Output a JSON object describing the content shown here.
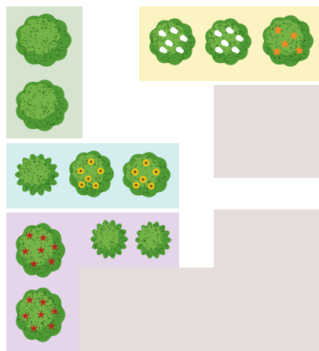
{
  "colors": {
    "bed_green": "#d6e3cf",
    "bed_yellow": "#fbf3c1",
    "bed_blue": "#d4edef",
    "bed_purple": "#e4d5ea",
    "plot_empty": "#e5dcdc",
    "foliage_light": "#74b346",
    "foliage_mid": "#4f9a34",
    "foliage_dark": "#2f6a23",
    "flower_white": "#ffffff",
    "flower_orange": "#f08a24",
    "flower_yellow": "#f2c318",
    "flower_yellow_center": "#6b5a14",
    "flower_red": "#c0221d"
  },
  "zones": [
    {
      "name": "bed-green",
      "color_key": "bed_green"
    },
    {
      "name": "bed-yellow",
      "color_key": "bed_yellow"
    },
    {
      "name": "plot-empty-upper",
      "color_key": "plot_empty"
    },
    {
      "name": "bed-blue",
      "color_key": "bed_blue"
    },
    {
      "name": "bed-purple",
      "color_key": "bed_purple"
    },
    {
      "name": "plot-empty-lower",
      "color_key": "plot_empty"
    }
  ],
  "plants": [
    {
      "name": "shrub-plain",
      "flower": "none"
    },
    {
      "name": "shrub-plain",
      "flower": "none"
    },
    {
      "name": "shrub-white-flowers",
      "flower": "white"
    },
    {
      "name": "shrub-white-flowers",
      "flower": "white"
    },
    {
      "name": "shrub-orange-flowers",
      "flower": "orange"
    },
    {
      "name": "fern-plain",
      "flower": "none"
    },
    {
      "name": "shrub-yellow-flowers",
      "flower": "yellow"
    },
    {
      "name": "shrub-yellow-flowers",
      "flower": "yellow"
    },
    {
      "name": "shrub-red-flowers",
      "flower": "red"
    },
    {
      "name": "fern-plain",
      "flower": "none"
    },
    {
      "name": "fern-plain",
      "flower": "none"
    },
    {
      "name": "shrub-red-flowers",
      "flower": "red"
    }
  ]
}
